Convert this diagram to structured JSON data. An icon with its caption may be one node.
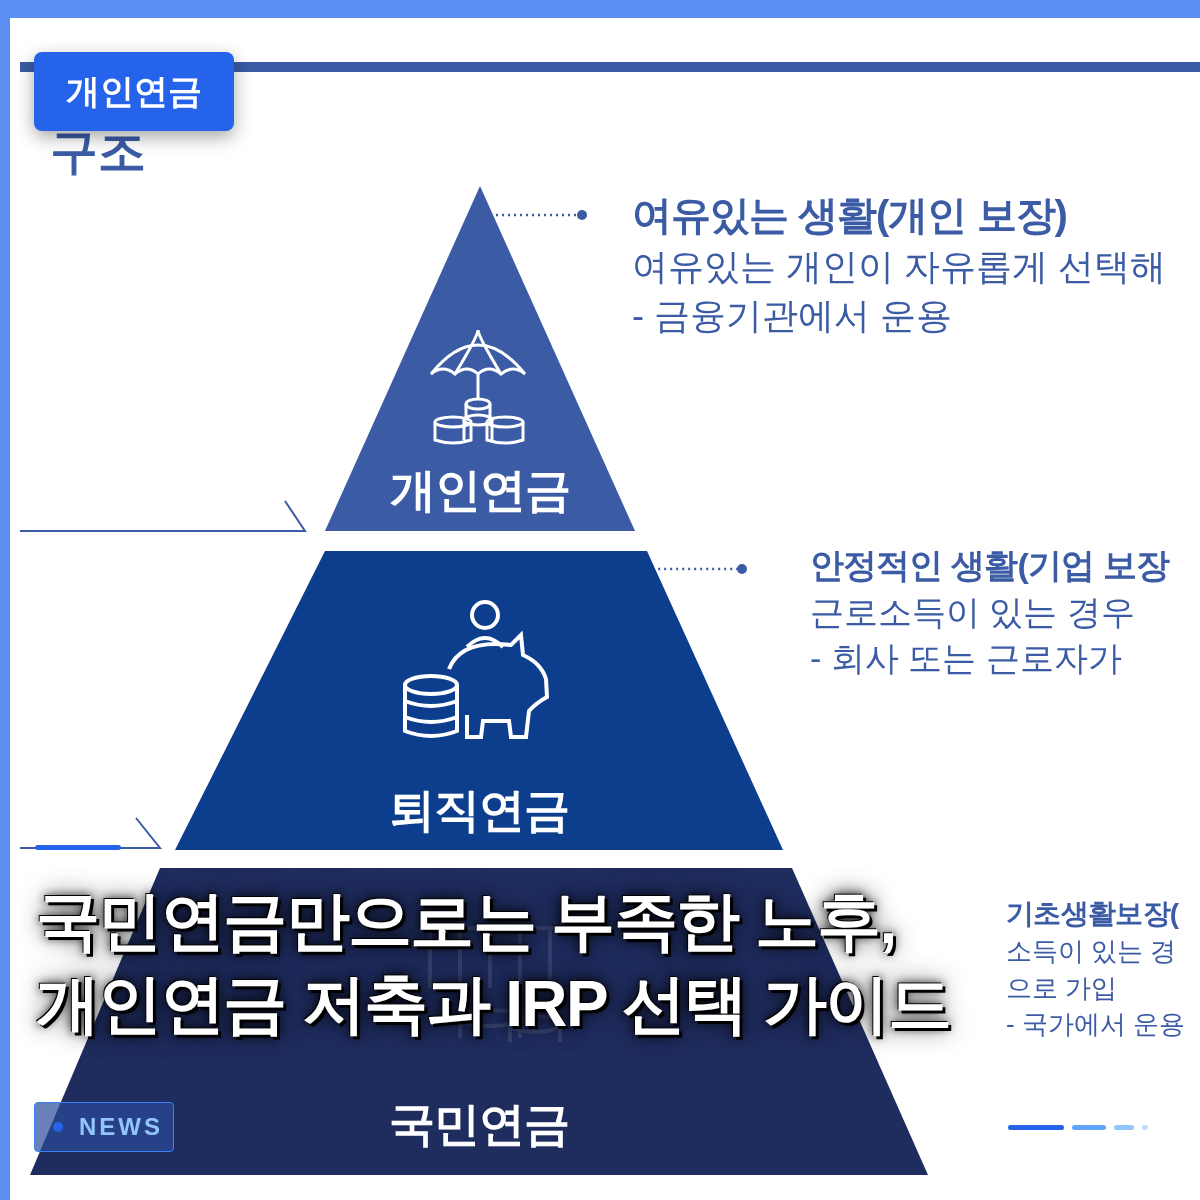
{
  "diagram": {
    "title": "국민연금만으로는 부족한 노후, 개인연금 저축과 IRP 선택 가이드",
    "nodes": [
      {
        "text": [
          "개인연금"
        ]
      },
      {
        "text": [
          "퇴직연금"
        ]
      },
      {
        "text": [
          "국민연금"
        ]
      },
      {
        "text": [
          "여유있는 생활(개인 보장)",
          "여유있는 개인이 자유롭게 선택해",
          "- 금융기관에서 운용"
        ]
      },
      {
        "text": [
          "안정적인 생활(기업 보장",
          "근로소득이 있는 경우",
          "- 회사 또는 근로자가"
        ]
      },
      {
        "text": [
          "기초생활보장(",
          "소득이 있는 경",
          "으로 가입",
          "- 국가에서 운용"
        ]
      }
    ],
    "edges": [
      {
        "from": 0,
        "to": 3,
        "arrow": "other",
        "style": "dashed"
      },
      {
        "from": 1,
        "to": 4,
        "arrow": "other",
        "style": "dashed"
      }
    ],
    "labels": [
      "개인연금",
      "구조",
      "NEWS"
    ]
  }
}
